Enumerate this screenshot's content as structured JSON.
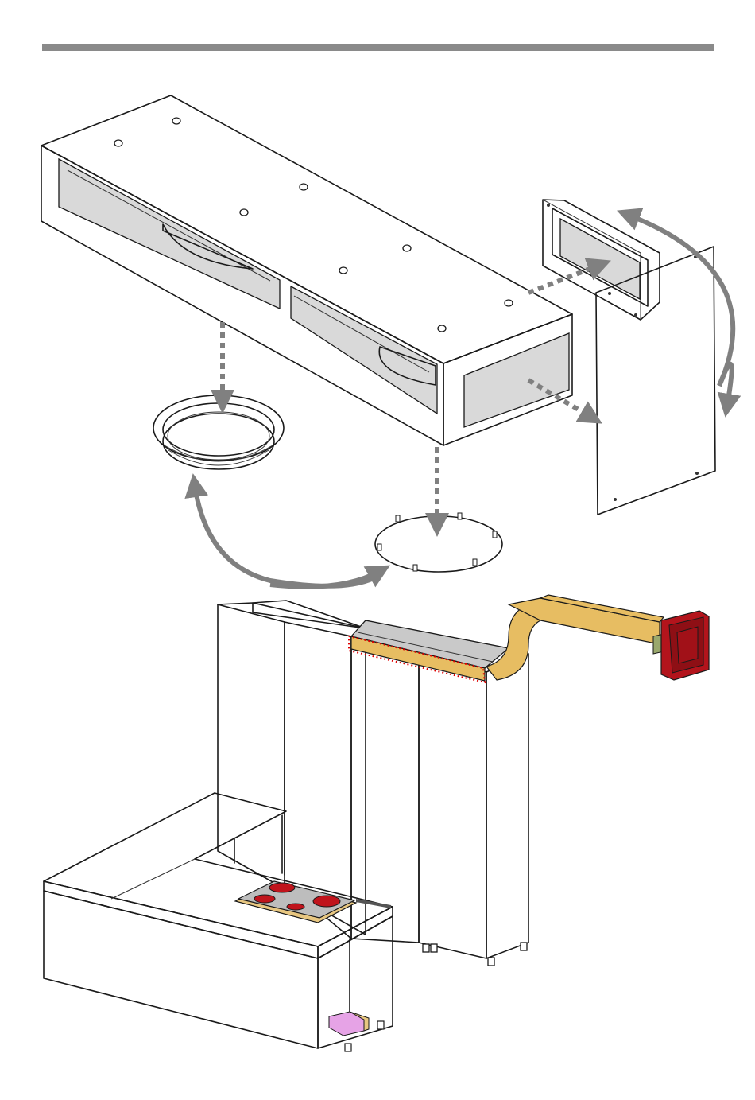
{
  "colors": {
    "header_rule": "#8a8a8a",
    "arrow": "#808080",
    "duct": "#e7bd62",
    "hood_cabinet": "#c9c9c9",
    "wall_box": "#b3141c",
    "cooktop_zone": "#c0141c",
    "cooktop_frame": "#e8c781",
    "plinth_unit": "#e6a3e6",
    "highlight_dotted": "#e00000"
  },
  "parts": [
    {
      "name": "plenum-box",
      "icon": "rectangular-duct-box"
    },
    {
      "name": "rectangular-flange",
      "icon": "rectangular-spigot"
    },
    {
      "name": "cover-plate",
      "icon": "blanking-plate"
    },
    {
      "name": "round-spigot-ring",
      "icon": "circular-collar"
    },
    {
      "name": "round-cover-plate",
      "icon": "circular-blanking-disc"
    },
    {
      "name": "kitchen-installation",
      "icon": "kitchen-with-downdraft-and-ducting"
    }
  ]
}
